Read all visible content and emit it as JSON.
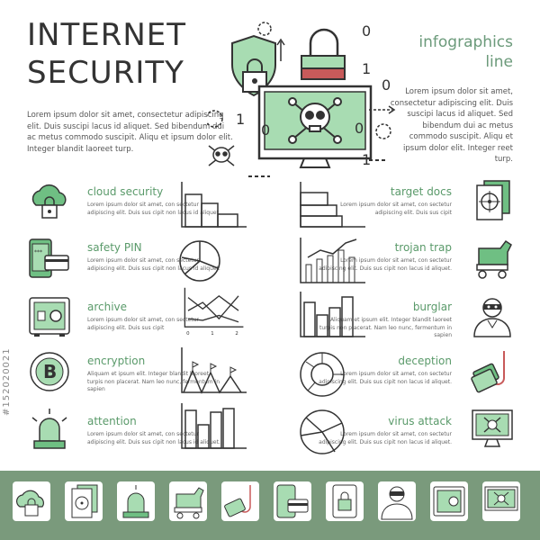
{
  "header": {
    "title_line1": "INTERNET",
    "title_line2": "SECURITY",
    "subtitle_line1": "infographics",
    "subtitle_line2": "line"
  },
  "intro_left": "Lorem ipsum dolor sit amet, consectetur adipiscing elit. Duis suscipi lacus id aliquet. Sed bibendum dui ac metus commodo suscipit. Aliqu et ipsum dolor elit. Integer blandit laoreet turp.",
  "intro_right": "Lorem ipsum dolor sit amet, consectetur adipiscing elit. Duis suscipi lacus id aliquet. Sed bibendum dui ac metus commodo suscipit. Aliqu et ipsum dolor elit. Integer reet turp.",
  "hero_digits": [
    "0",
    "1",
    "0",
    "0",
    "1",
    "0",
    "1"
  ],
  "items_left": [
    {
      "label": "cloud security",
      "desc": "Lorem ipsum dolor sit amet, con sectetur adipiscing elit. Duis sus cipit non lacus id aliquet."
    },
    {
      "label": "safety PIN",
      "desc": "Lorem ipsum dolor sit amet, con sectetur adipiscing elit. Duis sus cipit non lacus id aliquet."
    },
    {
      "label": "archive",
      "desc": "Lorem ipsum dolor sit amet, con sectetur adipiscing elit. Duis sus cipit"
    },
    {
      "label": "encryption",
      "desc": "Aliquam et ipsum elit. Integer blandit laoreet turpis non placerat. Nam leo nunc, fermentum in sapien"
    },
    {
      "label": "attention",
      "desc": "Lorem ipsum dolor sit amet, con sectetur adipiscing elit. Duis sus cipit non lacus id aliquet."
    }
  ],
  "items_right": [
    {
      "label": "target docs",
      "desc": "Lorem ipsum dolor sit amet, con sectetur adipiscing elit. Duis sus cipit"
    },
    {
      "label": "trojan trap",
      "desc": "Lorem ipsum dolor sit amet, con sectetur adipiscing elit. Duis sus cipit non lacus id aliquet."
    },
    {
      "label": "burglar",
      "desc": "Aliquam et ipsum elit. Integer blandit laoreet turpis non placerat. Nam leo nunc, fermentum in sapien"
    },
    {
      "label": "deception",
      "desc": "Lorem ipsum dolor sit amet, con sectetur adipiscing elit. Duis sus cipit non lacus id aliquet."
    },
    {
      "label": "virus attack",
      "desc": "Lorem ipsum dolor sit amet, con sectetur adipiscing elit. Duis sus cipit non lacus id aliquet."
    }
  ],
  "chart_axis_ticks": [
    "0",
    "1",
    "2"
  ],
  "watermark": "#152020021",
  "colors": {
    "accent": "#6fbf83",
    "accent_light": "#a8dcb2",
    "red": "#c85a5a",
    "footer": "#7a9a7c",
    "line": "#333333"
  },
  "footer_icons": [
    "cloud-lock-icon",
    "target-docs-icon",
    "alarm-icon",
    "trojan-horse-icon",
    "fishhook-card-icon",
    "pin-card-icon",
    "phone-lock-icon",
    "burglar-icon",
    "safe-icon",
    "virus-monitor-icon"
  ]
}
